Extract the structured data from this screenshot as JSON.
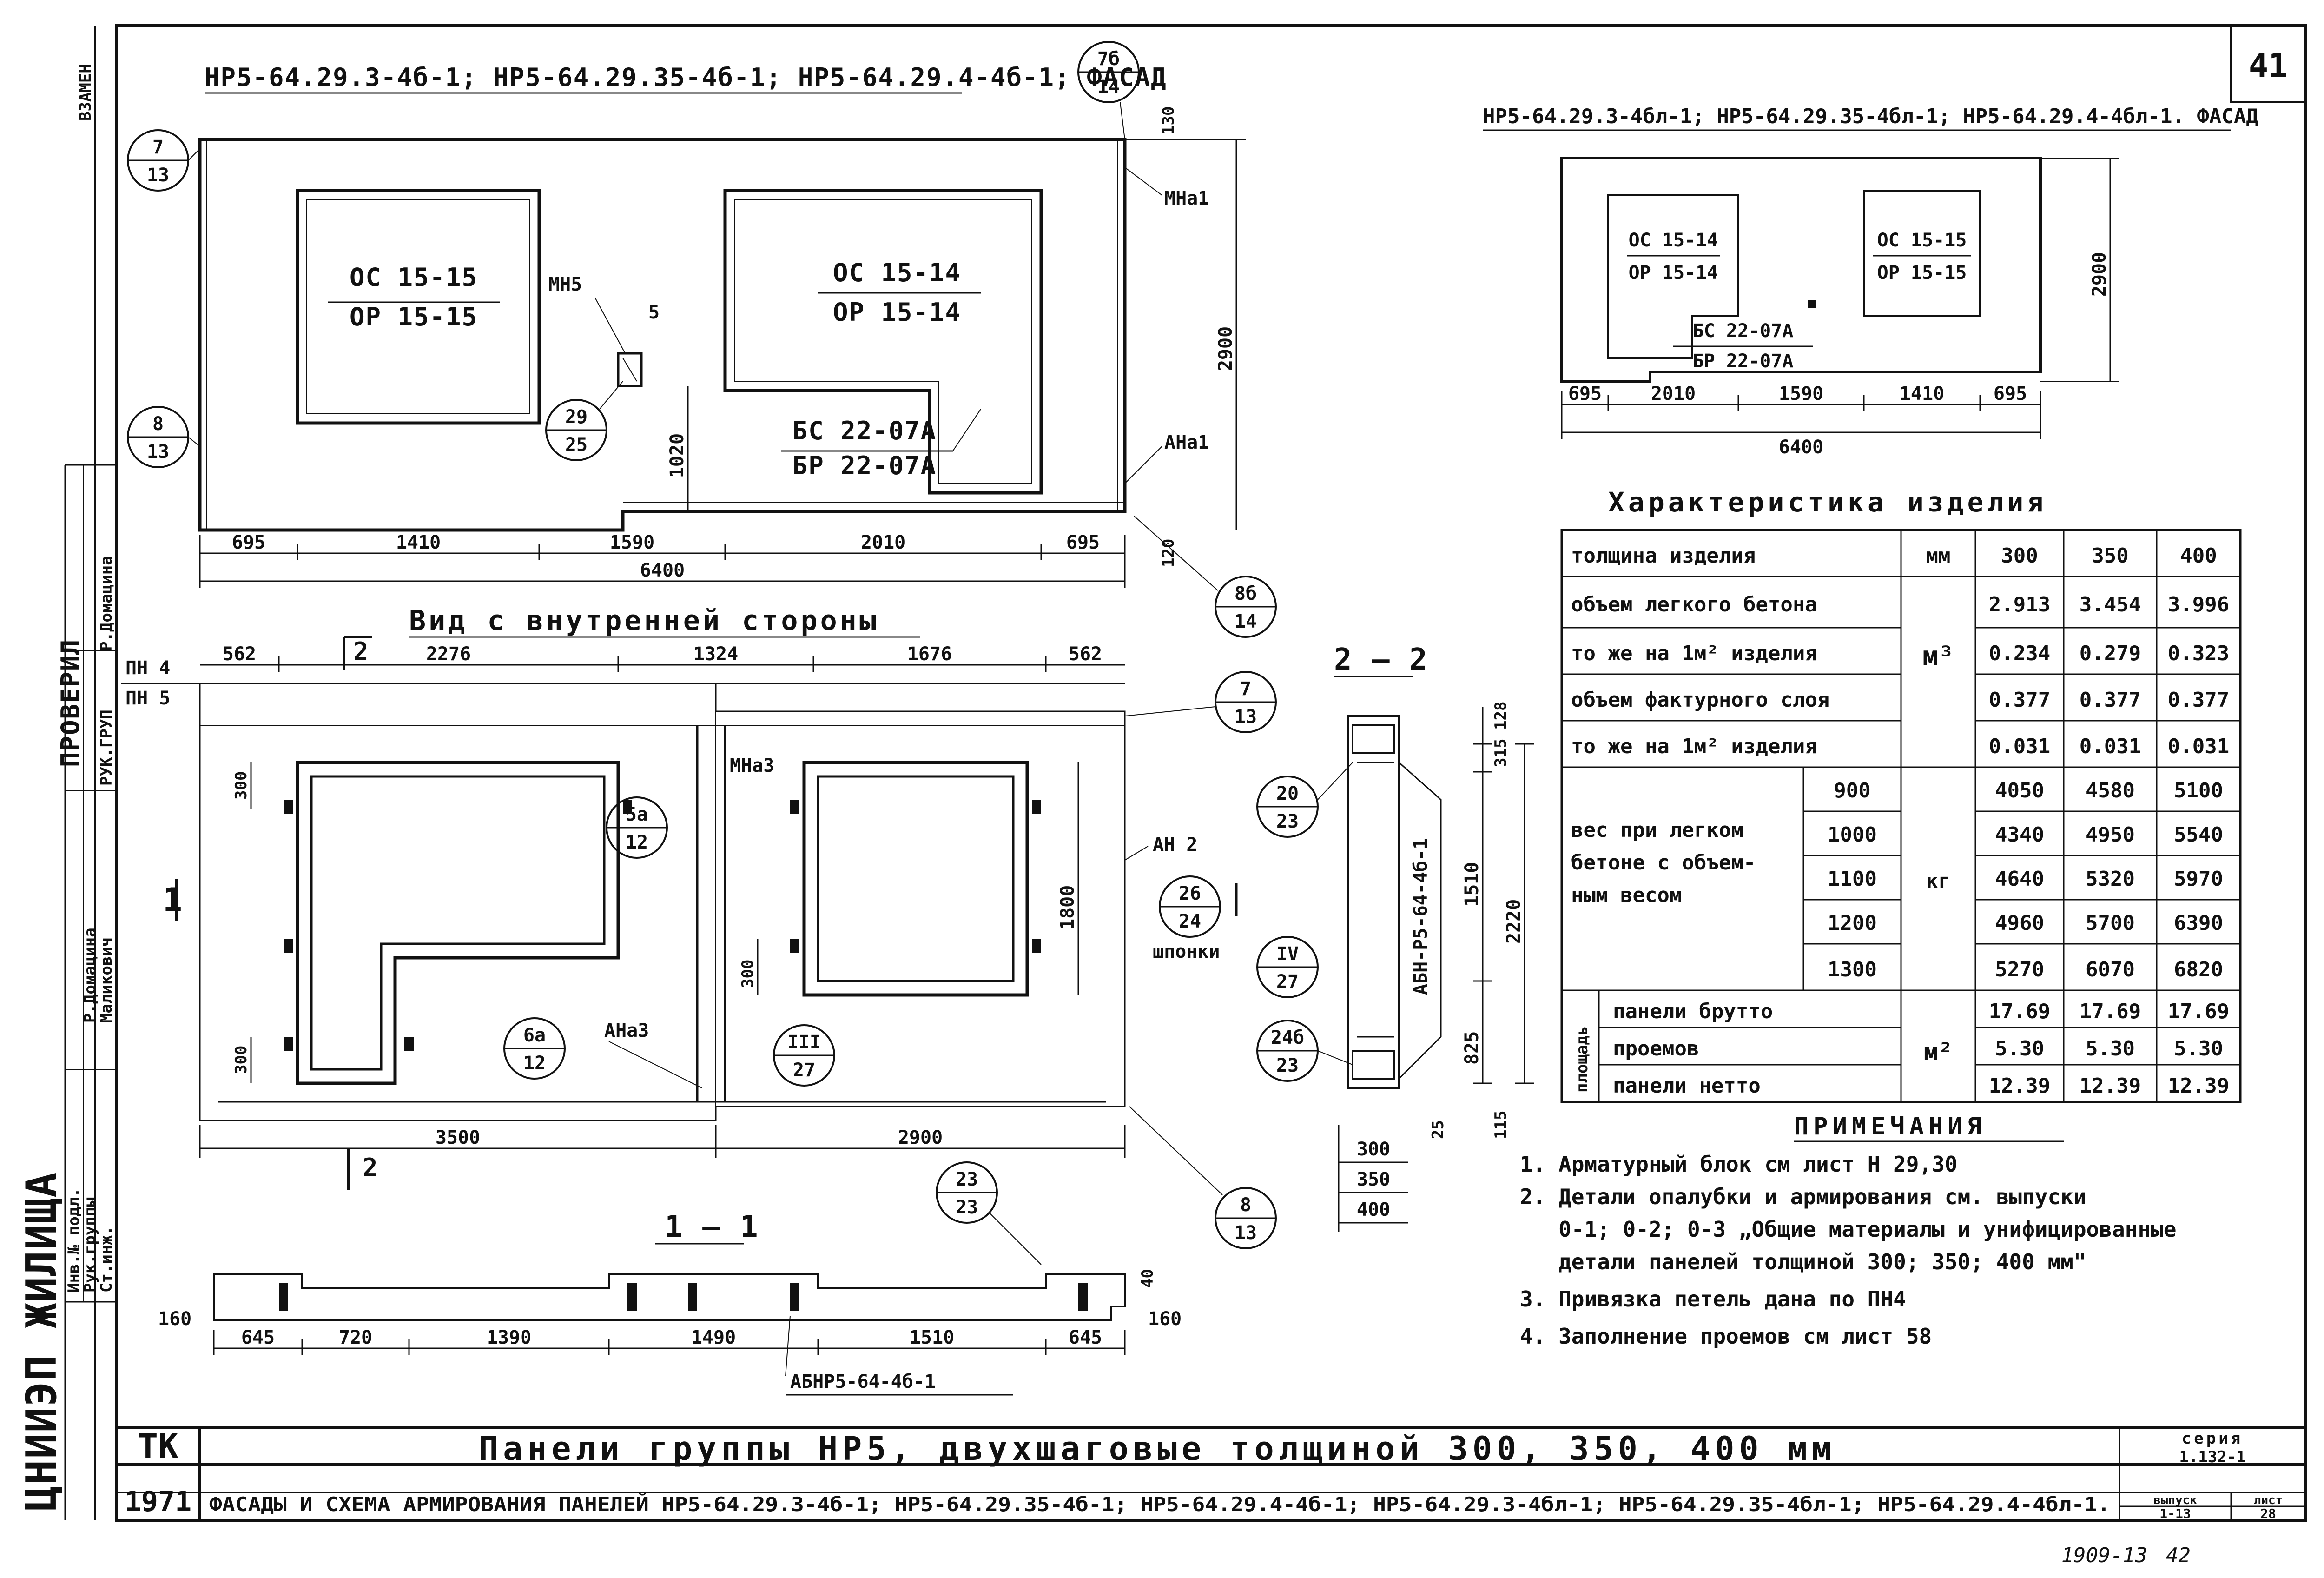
{
  "sheet": {
    "number": "41",
    "footer_number": "1909-13",
    "footer_page": "42",
    "left_strip_stamp": "ЦНИИЭП ЖИЛИЩА",
    "left_strip_roles": [
      "Инв.№ подл.",
      "Рук.группы",
      "Ст.инж."
    ],
    "left_strip_names": [
      "Р.Домацина",
      "Маликович",
      "Р.Домацина"
    ],
    "left_strip_check": "ПРОВЕРИЛ",
    "left_strip_team": "РУК.ГРУП",
    "left_strip_top": "ВЗАМЕН"
  },
  "facade_main": {
    "title": "НР5-64.29.3-4б-1; НР5-64.29.35-4б-1; НР5-64.29.4-4б-1; ФАСАД",
    "window_left": [
      "ОС 15-15",
      "ОР 15-15"
    ],
    "window_right": [
      "ОС 15-14",
      "ОР 15-14"
    ],
    "door": [
      "БС 22-07А",
      "БР 22-07А"
    ],
    "labels": [
      "МН5",
      "5",
      "МНа1",
      "АНа1"
    ],
    "dims_bottom": [
      "695",
      "1410",
      "1590",
      "2010",
      "695"
    ],
    "dim_total": "6400",
    "dim_height": "2900",
    "dim_1020": "1020",
    "dim_130": "130",
    "dim_120": "120",
    "callouts": [
      {
        "top": "7",
        "bottom": "13"
      },
      {
        "top": "8",
        "bottom": "13"
      },
      {
        "top": "7б",
        "bottom": "14"
      },
      {
        "top": "29",
        "bottom": "25"
      },
      {
        "top": "8б",
        "bottom": "14"
      }
    ]
  },
  "facade_mirror": {
    "title": "НР5-64.29.3-4бл-1; НР5-64.29.35-4бл-1; НР5-64.29.4-4бл-1. ФАСАД",
    "window_left": [
      "ОС 15-14",
      "ОР 15-14"
    ],
    "window_right": [
      "ОС 15-15",
      "ОР 15-15"
    ],
    "door": [
      "БС 22-07А",
      "БР 22-07А"
    ],
    "dims_bottom": [
      "695",
      "2010",
      "1590",
      "1410",
      "695"
    ],
    "dim_total": "6400",
    "dim_height": "2900"
  },
  "inner_view": {
    "title": "Вид с внутренней стороны",
    "top_dims": [
      "562",
      "2276",
      "1324",
      "1676",
      "562"
    ],
    "labels": [
      "ПН 4",
      "ПН 5",
      "МНа3",
      "АН 2",
      "шпонки",
      "АНа3"
    ],
    "dims_bottom": [
      "3500",
      "2900"
    ],
    "dim_300a": "300",
    "dim_300b": "300",
    "dim_300c": "300",
    "dim_1800": "1800",
    "callouts": [
      {
        "top": "7",
        "bottom": "13"
      },
      {
        "top": "5а",
        "bottom": "12"
      },
      {
        "top": "26",
        "bottom": "24"
      },
      {
        "top": "IV",
        "bottom": "27"
      },
      {
        "top": "III",
        "bottom": "27"
      },
      {
        "top": "6а",
        "bottom": "12"
      },
      {
        "top": "8",
        "bottom": "13"
      },
      {
        "top": "23",
        "bottom": "23"
      }
    ],
    "section_marks": [
      "1",
      "2",
      "2"
    ]
  },
  "section_22": {
    "title": "2 — 2",
    "label": "АБН-Р5-64-4б-1",
    "dims_right": [
      "128",
      "315",
      "1510",
      "825",
      "115"
    ],
    "dim_2220": "2220",
    "dims_bottom": [
      "300",
      "350",
      "400"
    ],
    "dim_25": "25",
    "callouts": [
      {
        "top": "20",
        "bottom": "23"
      },
      {
        "top": "24б",
        "bottom": "23"
      }
    ]
  },
  "section_11": {
    "title": "1 — 1",
    "dims": [
      "645",
      "720",
      "1390",
      "1490",
      "1510",
      "645"
    ],
    "dim_160a": "160",
    "dim_160b": "160",
    "dim_40": "40",
    "label": "АБНР5-64-4б-1"
  },
  "characteristics": {
    "title": "Характеристика изделия",
    "header": [
      "толщина изделия",
      "мм",
      "300",
      "350",
      "400"
    ],
    "rows": [
      {
        "label": "объем легкого бетона",
        "unit": "м³",
        "v": [
          "2.913",
          "3.454",
          "3.996"
        ]
      },
      {
        "label": "то же на 1м² изделия",
        "unit": "",
        "v": [
          "0.234",
          "0.279",
          "0.323"
        ]
      },
      {
        "label": "объем фактурного слоя",
        "unit": "",
        "v": [
          "0.377",
          "0.377",
          "0.377"
        ]
      },
      {
        "label": "то же на 1м² изделия",
        "unit": "",
        "v": [
          "0.031",
          "0.031",
          "0.031"
        ]
      }
    ],
    "weight_label": [
      "вес при легком",
      "бетоне с объем-",
      "ным весом"
    ],
    "weight_unit": "кг",
    "weights": [
      {
        "d": "900",
        "v": [
          "4050",
          "4580",
          "5100"
        ]
      },
      {
        "d": "1000",
        "v": [
          "4340",
          "4950",
          "5540"
        ]
      },
      {
        "d": "1100",
        "v": [
          "4640",
          "5320",
          "5970"
        ]
      },
      {
        "d": "1200",
        "v": [
          "4960",
          "5700",
          "6390"
        ]
      },
      {
        "d": "1300",
        "v": [
          "5270",
          "6070",
          "6820"
        ]
      }
    ],
    "area_group": "площадь",
    "area_unit": "м²",
    "areas": [
      {
        "label": "панели брутто",
        "v": [
          "17.69",
          "17.69",
          "17.69"
        ]
      },
      {
        "label": "проемов",
        "v": [
          "5.30",
          "5.30",
          "5.30"
        ]
      },
      {
        "label": "панели нетто",
        "v": [
          "12.39",
          "12.39",
          "12.39"
        ]
      }
    ]
  },
  "notes": {
    "title": "ПРИМЕЧАНИЯ",
    "items": [
      "1. Арматурный блок см лист Н 29,30",
      "2. Детали опалубки и армирования см. выпуски",
      "   0-1; 0-2; 0-3 „Общие материалы и унифицированные",
      "   детали панелей толщиной 300; 350; 400 мм\"",
      "3. Привязка петель дана по ПН4",
      "4. Заполнение проемов см лист 58"
    ]
  },
  "title_block": {
    "code": "ТК",
    "year": "1971",
    "title": "Панели группы НР5, двухшаговые толщиной 300, 350, 400 мм",
    "subtitle": "ФАСАДЫ И СХЕМА АРМИРОВАНИЯ ПАНЕЛЕЙ НР5-64.29.3-4б-1; НР5-64.29.35-4б-1; НР5-64.29.4-4б-1; НР5-64.29.3-4бл-1; НР5-64.29.35-4бл-1; НР5-64.29.4-4бл-1.",
    "series_label": "серия",
    "series": "1.132-1",
    "issue_label": "выпуск",
    "issue": "1-13",
    "sheet_label": "лист",
    "sheet": "28"
  }
}
